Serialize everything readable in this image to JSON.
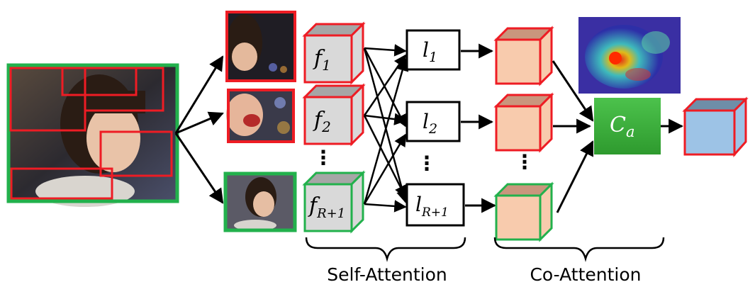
{
  "diagram": {
    "features": {
      "f1": {
        "base": "f",
        "sub": "1"
      },
      "f2": {
        "base": "f",
        "sub": "2"
      },
      "fR": {
        "base": "f",
        "sub": "R+1"
      },
      "dots": "⋮"
    },
    "labels": {
      "l1": {
        "base": "l",
        "sub": "1"
      },
      "l2": {
        "base": "l",
        "sub": "2"
      },
      "lR": {
        "base": "l",
        "sub": "R+1"
      },
      "dots": "⋮"
    },
    "coattention": {
      "dots": "⋮"
    },
    "combiner": {
      "base": "C",
      "sub": "a"
    },
    "captions": {
      "self_attention": "Self-Attention",
      "co_attention": "Co-Attention"
    },
    "colors": {
      "region_border": "#ee1c24",
      "global_border": "#22b14c",
      "feature_face": "#d9d9d9",
      "feature_top": "#a6a6a6",
      "attn_face": "#f8cbad",
      "attn_top": "#c9967d",
      "out_face": "#9dc3e6",
      "out_top": "#6e8ea8",
      "combiner_fill": "#3aa83a"
    }
  }
}
